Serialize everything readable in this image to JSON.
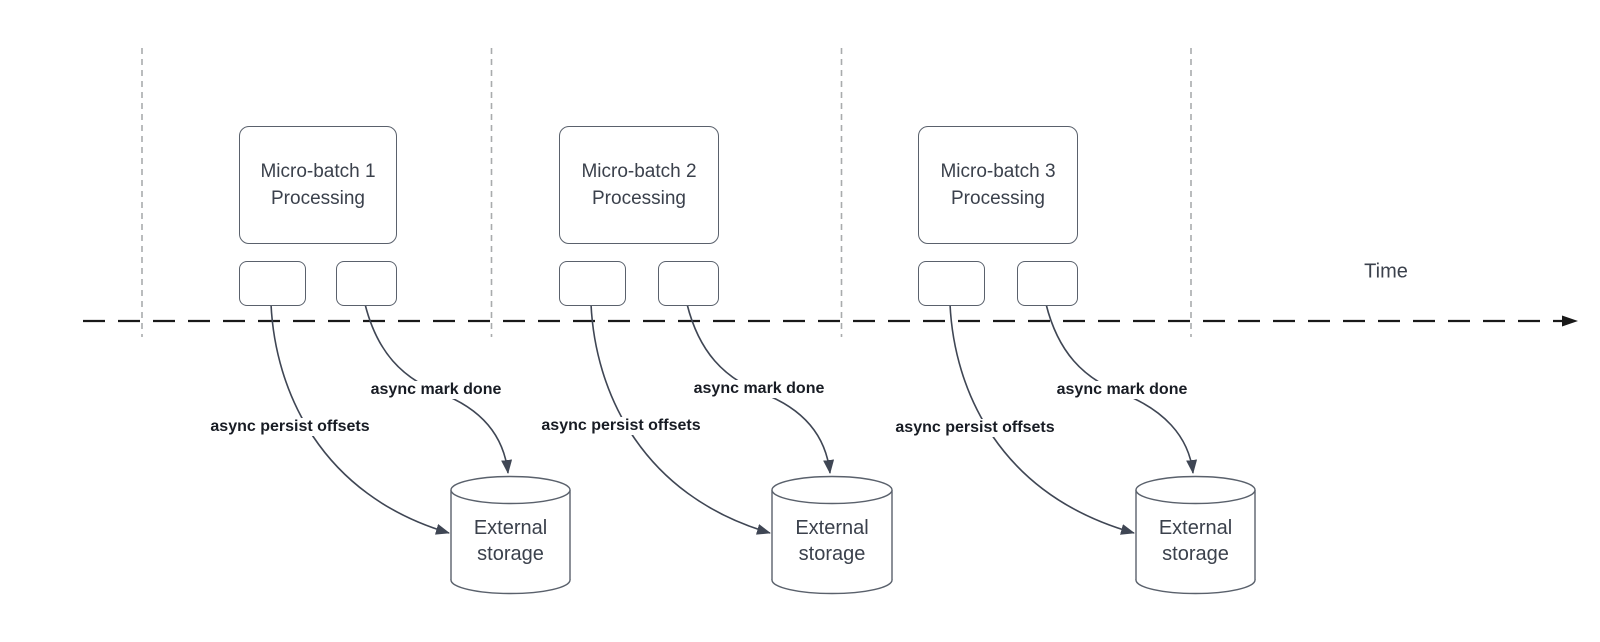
{
  "diagram": {
    "time_axis_label": "Time",
    "groups": [
      {
        "box_title": "Micro-batch 1",
        "box_subtitle": "Processing",
        "persist_label": "async persist offsets",
        "mark_done_label": "async mark done",
        "storage_title": "External",
        "storage_subtitle": "storage"
      },
      {
        "box_title": "Micro-batch 2",
        "box_subtitle": "Processing",
        "persist_label": "async persist offsets",
        "mark_done_label": "async mark done",
        "storage_title": "External",
        "storage_subtitle": "storage"
      },
      {
        "box_title": "Micro-batch 3",
        "box_subtitle": "Processing",
        "persist_label": "async persist offsets",
        "mark_done_label": "async mark done",
        "storage_title": "External",
        "storage_subtitle": "storage"
      }
    ],
    "colors": {
      "shape": "#5a616c",
      "curve": "#3f4654",
      "timeline": "#191919",
      "gridline": "#a9abad",
      "boxtext": "#3b414c",
      "labeltext": "#181c24"
    }
  }
}
